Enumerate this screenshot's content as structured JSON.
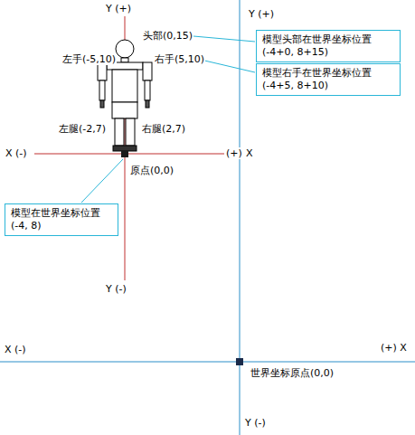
{
  "diagram": {
    "nodes": [
      {
        "text": [
          "模型头部在世界坐标位置 (-4+0, 8+15)"
        ]
      },
      {
        "text": [
          "模型右手在世界坐标位置 (-4+5, 8+10)"
        ]
      },
      {
        "text": [
          "模型在世界坐标位置 (-4, 8)"
        ]
      }
    ],
    "labels": [
      "Y (+)",
      "头部(0,15)",
      "左手(-5,10)",
      "右手(5,10)",
      "左腿(-2,7)",
      "右腿(2,7)",
      "X (-)",
      "(+)",
      "X",
      "原点(0,0)",
      "Y (-)",
      "Y (+)",
      "X (-)",
      "(+) X",
      "世界坐标原点(0,0)",
      "Y (-)"
    ]
  }
}
